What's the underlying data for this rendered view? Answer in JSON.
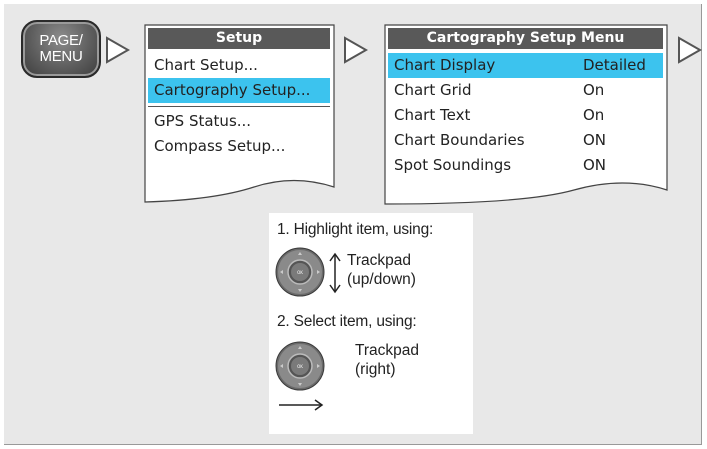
{
  "page_key": {
    "line1": "PAGE/",
    "line2": "MENU"
  },
  "setup_menu": {
    "title": "Setup",
    "items": [
      {
        "label": "Chart Setup..."
      },
      {
        "label": "Cartography Setup..."
      },
      {
        "label": "GPS Status..."
      },
      {
        "label": "Compass Setup..."
      }
    ]
  },
  "cartography_menu": {
    "title": "Cartography Setup Menu",
    "items": [
      {
        "label": "Chart Display",
        "value": "Detailed"
      },
      {
        "label": "Chart Grid",
        "value": "On"
      },
      {
        "label": "Chart Text",
        "value": "On"
      },
      {
        "label": "Chart Boundaries",
        "value": "ON"
      },
      {
        "label": "Spot Soundings",
        "value": "ON"
      }
    ]
  },
  "instructions": {
    "step1": "1. Highlight item, using:",
    "step1_control": {
      "line1": "Trackpad",
      "line2": "(up/down)"
    },
    "step2": "2. Select item, using:",
    "step2_control": {
      "line1": "Trackpad",
      "line2": "(right)"
    }
  },
  "colors": {
    "highlight": "#3cc3ee",
    "title_bar": "#595959",
    "panel": "#e8e8e8"
  },
  "icons": [
    "page-menu-key",
    "flow-arrow",
    "trackpad-icon",
    "up-down-arrow-icon",
    "right-arrow-icon"
  ]
}
